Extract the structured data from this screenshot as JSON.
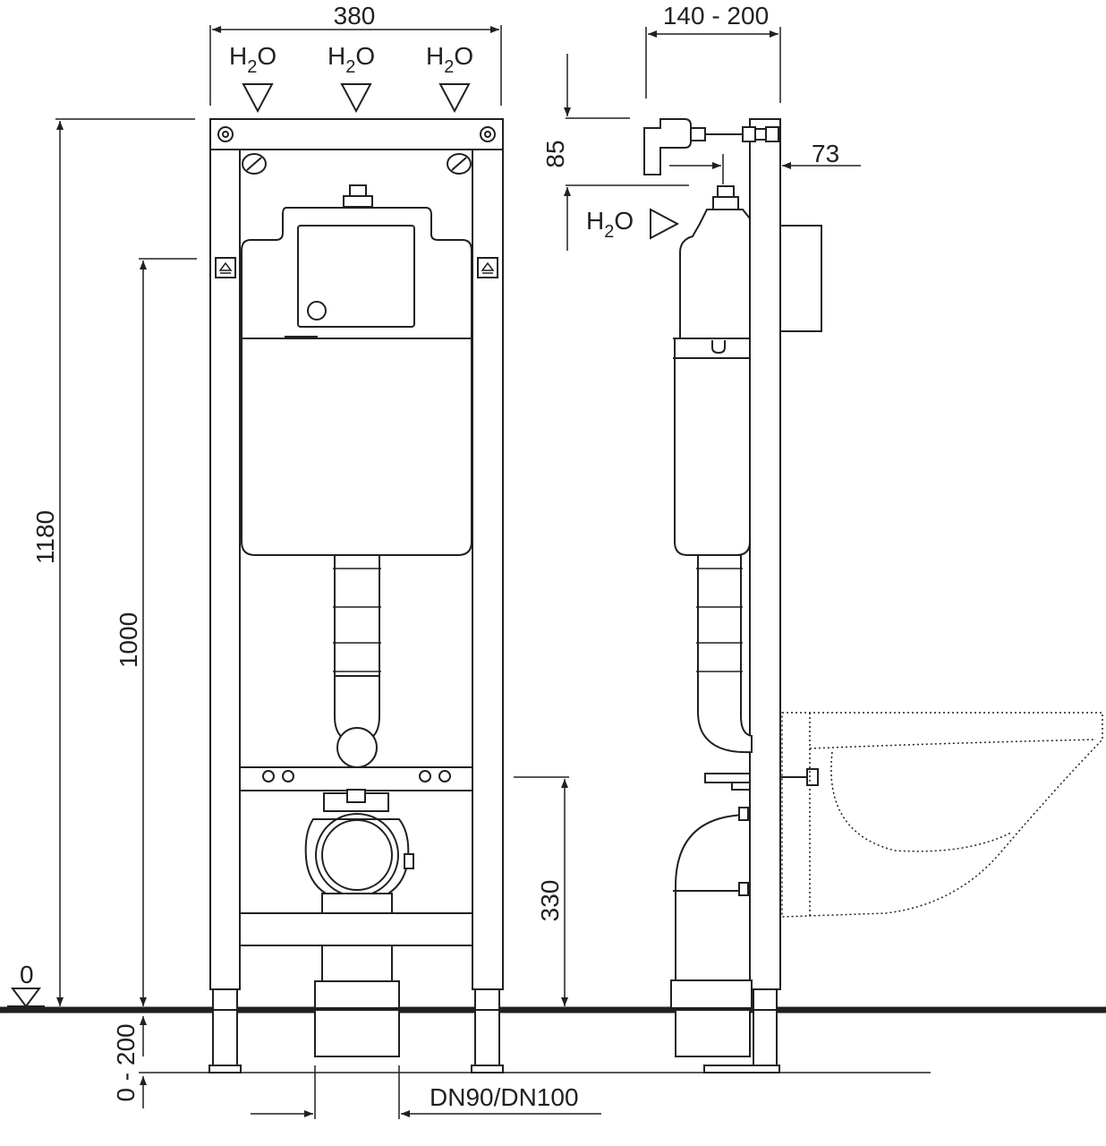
{
  "dimensions": {
    "width_front": "380",
    "depth_adjust": "140 - 200",
    "inlet_height": "85",
    "wall_offset": "73",
    "total_height": "1180",
    "actuator_height": "1000",
    "fixing_height": "330",
    "zero_level": "0",
    "leg_adjust": "0 - 200",
    "drain": "DN90/DN100"
  },
  "water_labels": {
    "h": "H",
    "sub": "2",
    "o": "O"
  },
  "colors": {
    "line": "#231f20",
    "floor": "#231f20",
    "background": "#ffffff"
  }
}
